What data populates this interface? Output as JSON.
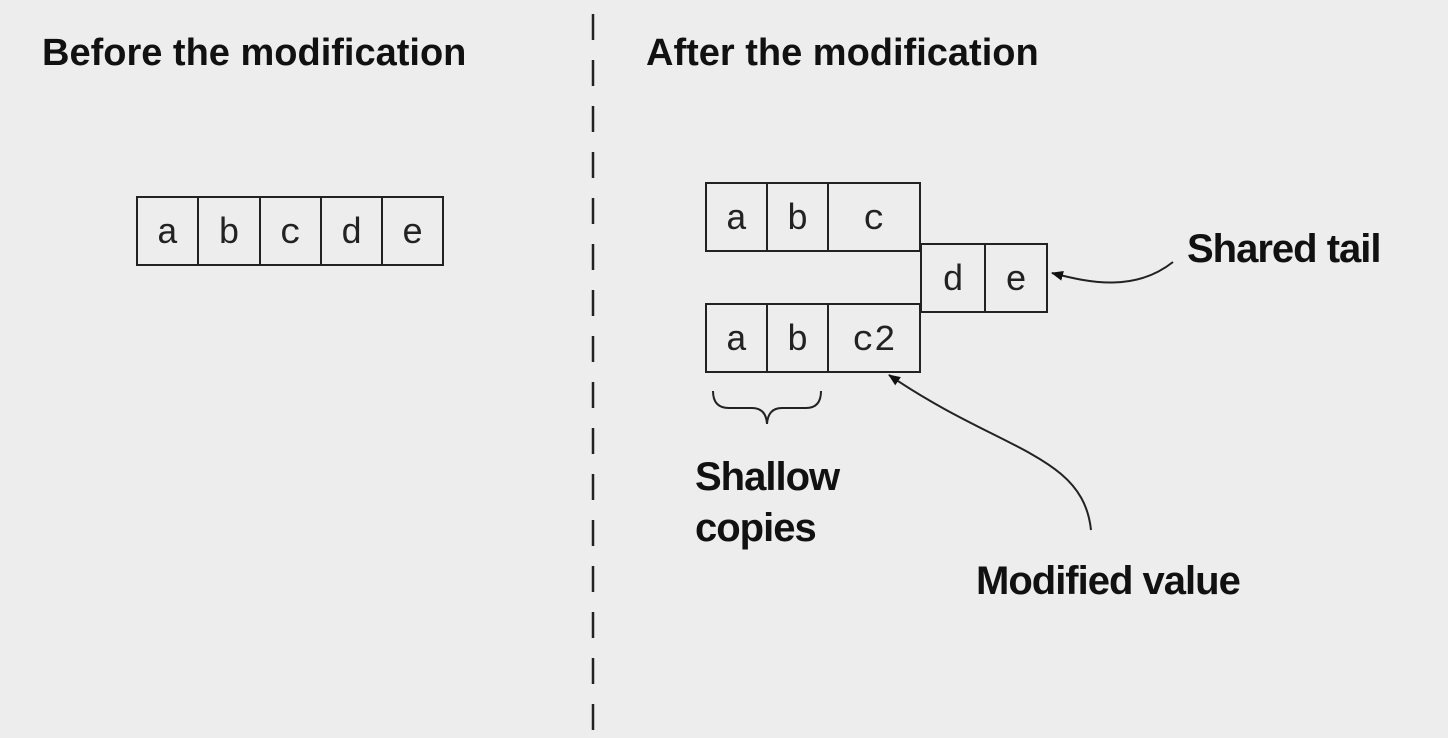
{
  "headings": {
    "before": "Before the modification",
    "after": "After the modification"
  },
  "before_array": [
    "a",
    "b",
    "c",
    "d",
    "e"
  ],
  "after_top_array": [
    "a",
    "b",
    "c"
  ],
  "shared_tail_array": [
    "d",
    "e"
  ],
  "after_bottom_array": [
    "a",
    "b",
    "c2"
  ],
  "labels": {
    "shared_tail": "Shared tail",
    "shallow_copies_line1": "Shallow",
    "shallow_copies_line2": "copies",
    "modified_value": "Modified value"
  }
}
